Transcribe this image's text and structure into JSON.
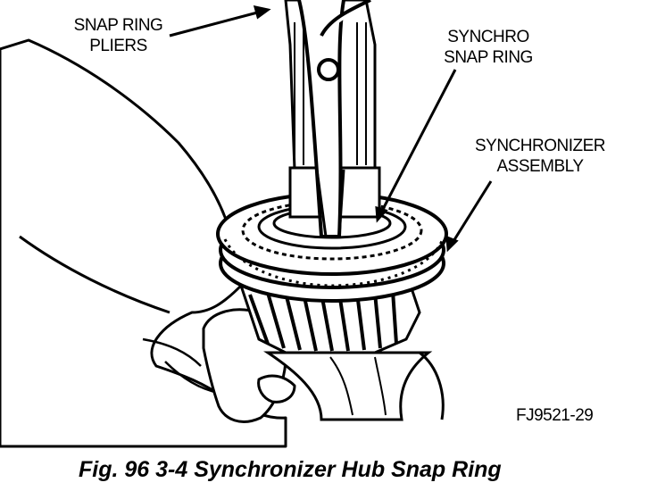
{
  "labels": {
    "pliers": [
      "SNAP RING",
      "PLIERS"
    ],
    "snap_ring": [
      "SYNCHRO",
      "SNAP RING"
    ],
    "assembly": [
      "SYNCHRONIZER",
      "ASSEMBLY"
    ]
  },
  "reference_code": "FJ9521-29",
  "caption": "Fig. 96 3-4 Synchronizer Hub Snap Ring",
  "colors": {
    "ink": "#000000",
    "paper": "#ffffff"
  }
}
